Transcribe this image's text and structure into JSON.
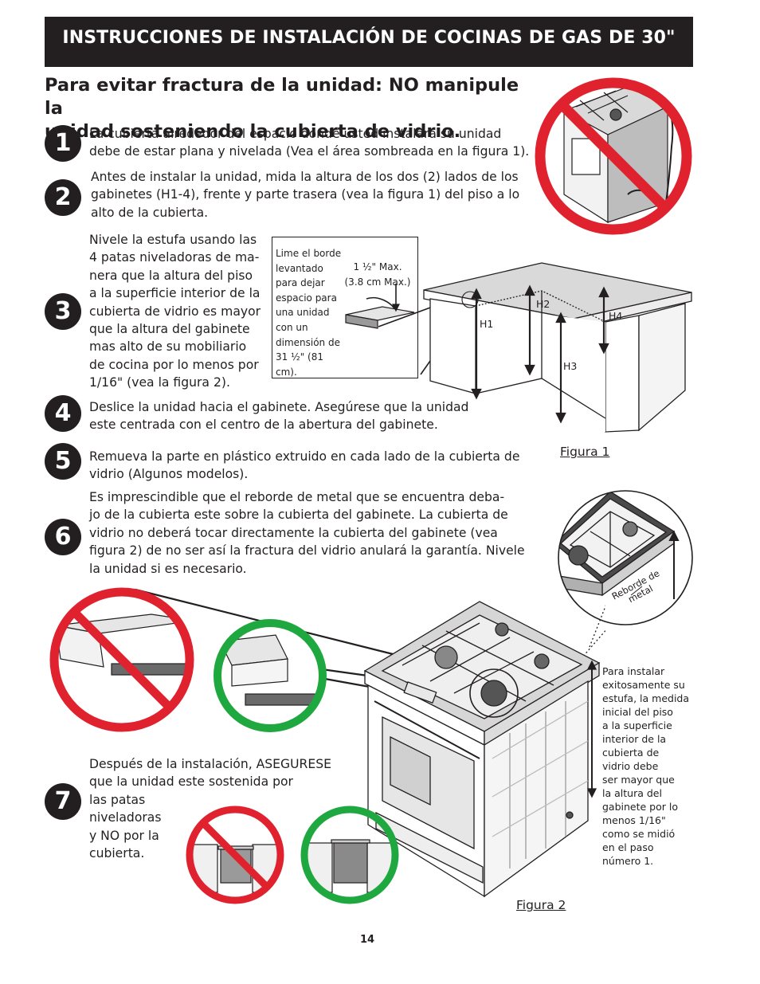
{
  "header": {
    "title": "INSTRUCCIONES DE INSTALACIÓN DE COCINAS DE GAS DE 30\""
  },
  "main_title": {
    "line1": "Para evitar fractura de la unidad: NO manipule la",
    "line2": "unidad sosteniendo la cubierta de vidrio."
  },
  "steps": [
    {
      "number": "1",
      "lines": [
        "La cubierta alrededor del espacio donde usted instalara su unidad",
        "debe de estar plana y nivelada (Vea el área sombreada en la figura 1)."
      ]
    },
    {
      "number": "2",
      "lines": [
        "Antes de instalar la unidad, mida la altura de los dos (2) lados de los",
        "gabinetes (H1-4), frente y parte trasera (vea la figura 1) del piso a lo",
        "alto de la cubierta."
      ]
    },
    {
      "number": "3",
      "lines": [
        "Nivele la estufa usando las",
        "4 patas niveladoras de ma-",
        "nera que la altura del piso",
        "a la superficie interior de la",
        "cubierta de vidrio es mayor",
        "que la altura del gabinete",
        "mas alto de su mobiliario",
        "de cocina por lo menos por",
        "1/16\" (vea la figura 2)."
      ]
    },
    {
      "number": "4",
      "lines": [
        "Deslice la unidad hacia el gabinete. Asegúrese que la unidad",
        "este centrada con el centro de la abertura del gabinete."
      ]
    },
    {
      "number": "5",
      "lines": [
        "Remueva la parte en plástico extruido en cada lado de la cubierta de",
        "vidrio (Algunos modelos)."
      ]
    },
    {
      "number": "6",
      "lines": [
        "Es imprescindible que el reborde de metal que se encuentra deba-",
        "jo de la cubierta este sobre la cubierta del gabinete. La cubierta de",
        "vidrio no deberá tocar directamente la cubierta del gabinete (vea",
        "figura 2) de no ser así la fractura del vidrio anulará la garantía. Nivele",
        "la unidad si es necesario."
      ]
    },
    {
      "number": "7",
      "lines": [
        "Después de la instalación, ASEGURESE",
        "que la unidad este sostenida por",
        "las patas",
        "niveladoras",
        "y NO por la",
        "cubierta."
      ]
    }
  ],
  "figure1": {
    "caption": "Figura 1",
    "inset_lines": [
      "Lime el borde",
      "levantado",
      "para dejar",
      "espacio para",
      "una unidad",
      "con un",
      "dimensión de",
      "31 ½\" (81",
      "cm)."
    ],
    "max_lines": [
      "1 ½\" Max.",
      "(3.8 cm Max.)"
    ],
    "labels": {
      "h1": "H1",
      "h2": "H2",
      "h3": "H3",
      "h4": "H4"
    }
  },
  "figure2": {
    "caption": "Figura 2",
    "reborde_lines": [
      "Reborde de",
      "metal"
    ],
    "note_lines": [
      "Para instalar",
      "exitosamente su",
      "estufa, la medida",
      "inicial del piso",
      "a la superficie",
      "interior de la",
      "cubierta de",
      "vidrio debe",
      "ser mayor que",
      "la altura del",
      "gabinete por lo",
      "menos 1/16\"",
      "como se midió",
      "en el paso",
      "número 1."
    ]
  },
  "page_number": "14",
  "colors": {
    "header_bg": "#231f20",
    "prohibited": "#e0212e",
    "correct": "#1fa83f"
  }
}
